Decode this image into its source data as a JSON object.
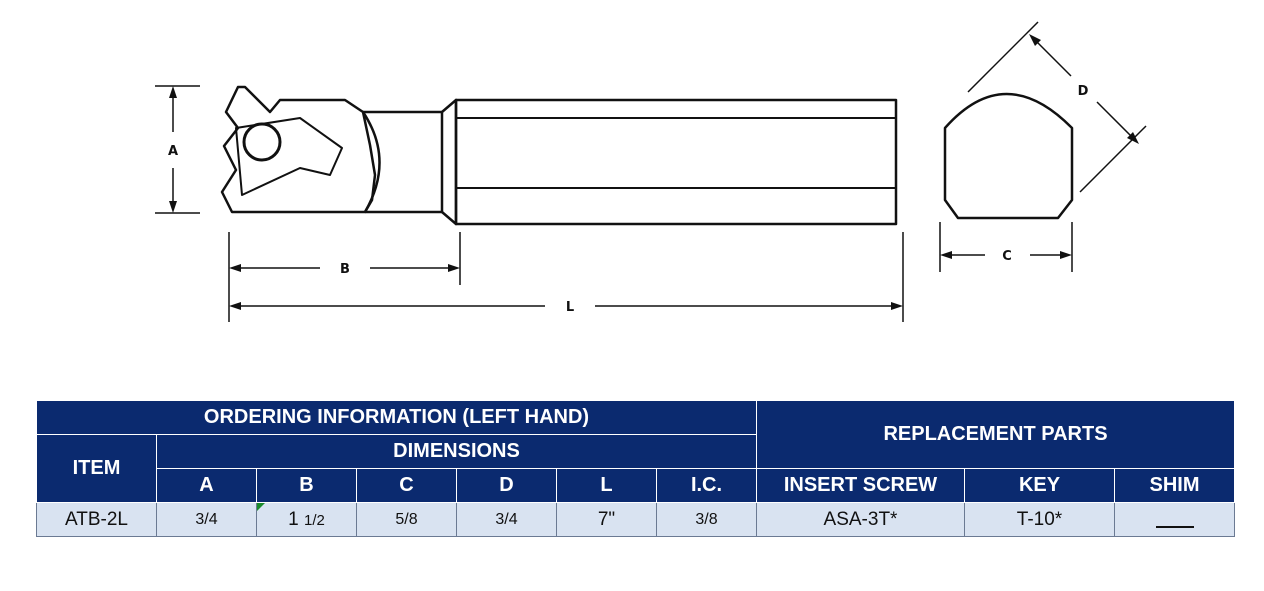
{
  "drawing": {
    "dimension_labels": {
      "a": "A",
      "b": "B",
      "l": "L",
      "c": "C",
      "d": "D"
    }
  },
  "table": {
    "title": "ORDERING INFORMATION (LEFT HAND)",
    "dimensions_label": "DIMENSIONS",
    "item_label": "ITEM",
    "replacement_label": "REPLACEMENT PARTS",
    "columns": {
      "a": "A",
      "b": "B",
      "c": "C",
      "d": "D",
      "l": "L",
      "ic": "I.C.",
      "insert_screw": "INSERT SCREW",
      "key": "KEY",
      "shim": "SHIM"
    },
    "row": {
      "item": "ATB-2L",
      "a": "3/4",
      "b_whole": "1",
      "b_frac": "1/2",
      "c": "5/8",
      "d": "3/4",
      "l": "7\"",
      "ic": "3/8",
      "insert_screw": "ASA-3T*",
      "key": "T-10*",
      "shim": ""
    },
    "colors": {
      "header_bg": "#0b2a6f",
      "row_bg": "#d9e3f1"
    }
  }
}
